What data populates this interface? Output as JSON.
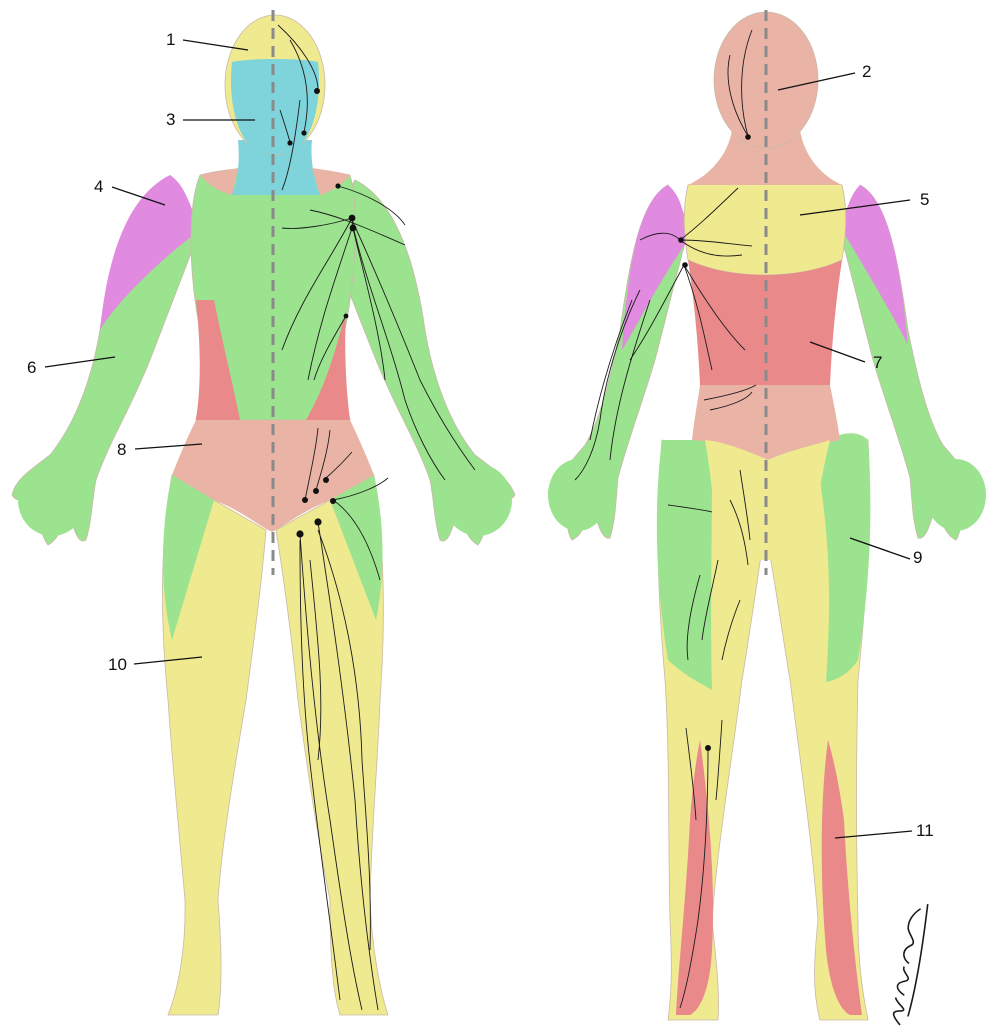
{
  "figure": {
    "labels": [
      {
        "id": "label-1",
        "text": "1"
      },
      {
        "id": "label-2",
        "text": "2"
      },
      {
        "id": "label-3",
        "text": "3"
      },
      {
        "id": "label-4",
        "text": "4"
      },
      {
        "id": "label-5",
        "text": "5"
      },
      {
        "id": "label-6",
        "text": "6"
      },
      {
        "id": "label-7",
        "text": "7"
      },
      {
        "id": "label-8",
        "text": "8"
      },
      {
        "id": "label-9",
        "text": "9"
      },
      {
        "id": "label-10",
        "text": "10"
      },
      {
        "id": "label-11",
        "text": "11"
      }
    ],
    "signature": "Id. Siuan",
    "colors": {
      "yellow": "#efe98f",
      "peach": "#e9b4a6",
      "cyan": "#7fd3da",
      "magenta": "#e08ae0",
      "green": "#9be38f",
      "red": "#e9898a"
    }
  }
}
